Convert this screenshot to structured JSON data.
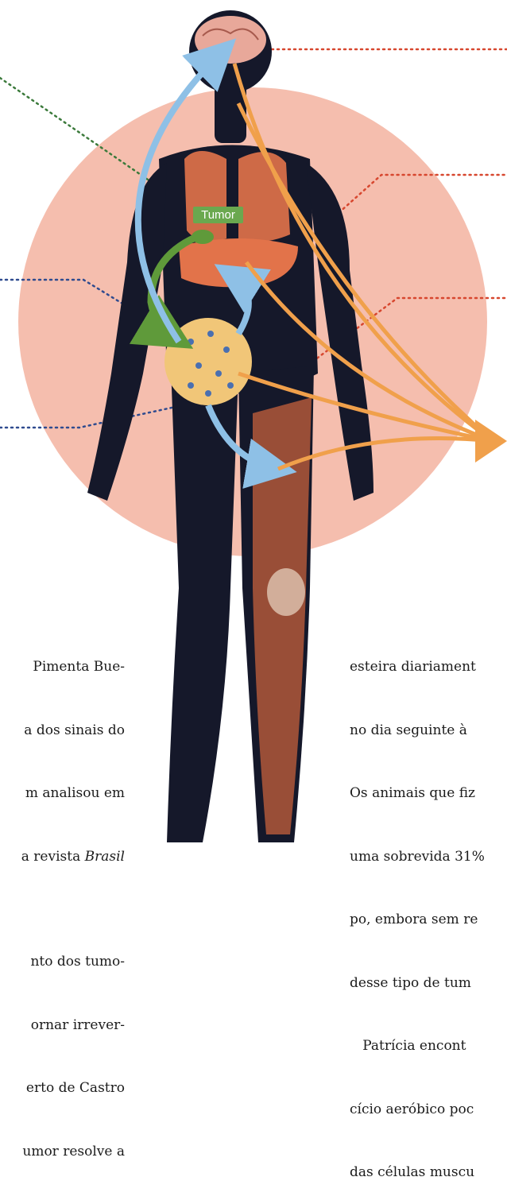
{
  "figure": {
    "tumor_label": "Tumor",
    "colors": {
      "halo": "#f3b3a0",
      "body": "#15182a",
      "blue_arrow": "#8ec0e6",
      "orange_arrow": "#f0a04b",
      "green_arrow": "#5f9a3a",
      "red_dots": "#d7472f",
      "blue_dots": "#2f4b8f",
      "green_dots": "#3b7a3b",
      "organ": "#e2734a",
      "tumor_mass": "#f1c678"
    }
  },
  "text": {
    "left_column": [
      "Pimenta Bue-",
      "a dos sinais do",
      "m analisou em",
      "a revista Brasil",
      "",
      "nto dos tumo-",
      "ornar irrever-",
      "erto de Castro",
      "umor resolve a"
    ],
    "right_column": [
      "esteira diariament",
      "no dia seguinte à",
      "Os animais que fiz",
      "uma sobrevida 31%",
      "po, embora sem re",
      "desse tipo de tum",
      "   Patrícia encont",
      "cício aeróbico poc",
      "das células muscu"
    ]
  }
}
